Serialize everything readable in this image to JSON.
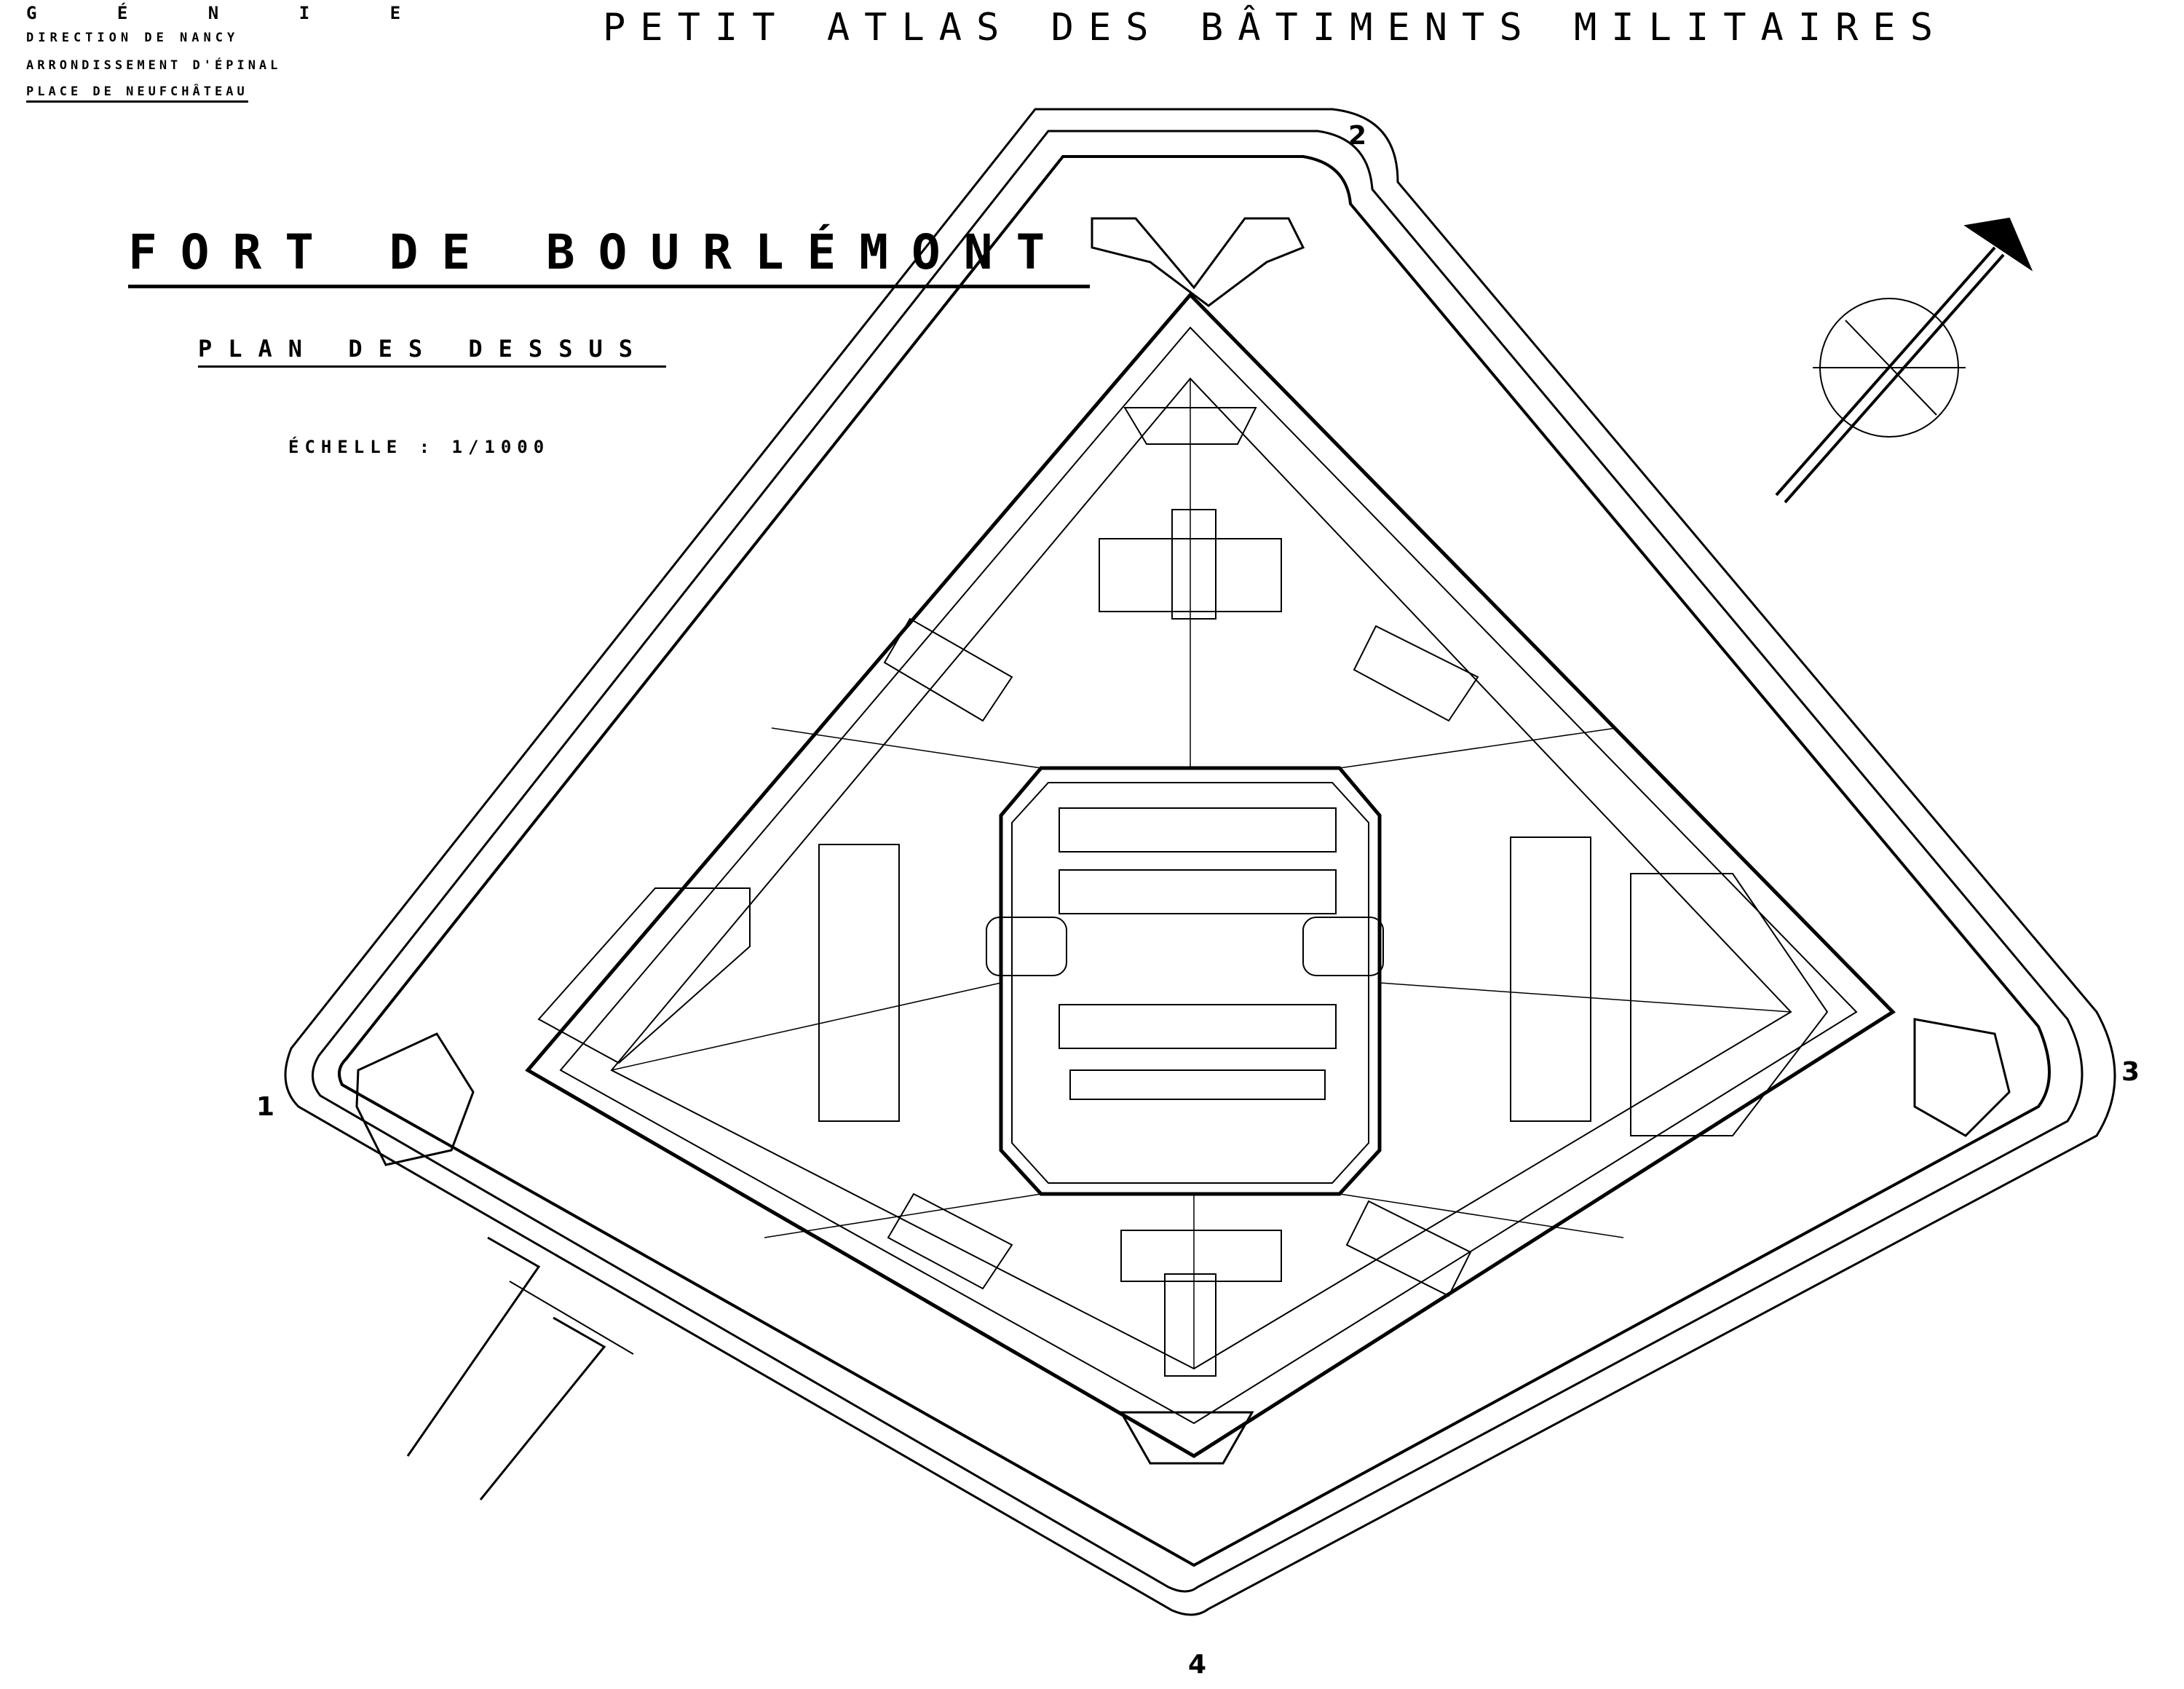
{
  "header": {
    "service": "G É N I E",
    "direction": "DIRECTION DE NANCY",
    "arrondissement": "ARRONDISSEMENT D'ÉPINAL",
    "place": "PLACE DE NEUFCHÂTEAU",
    "atlas_title": "PETIT ATLAS DES BÂTIMENTS MILITAIRES"
  },
  "drawing": {
    "title": "FORT DE BOURLÉMONT",
    "subtitle": "PLAN DES DESSUS",
    "scale": "ÉCHELLE : 1/1000"
  },
  "markers": {
    "m1": "1",
    "m2": "2",
    "m3": "3",
    "m4": "4"
  },
  "icons": {
    "north_arrow": "north-arrow-icon"
  },
  "colors": {
    "ink": "#000000",
    "paper": "#ffffff"
  }
}
